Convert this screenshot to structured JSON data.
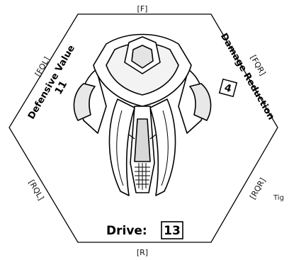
{
  "card": {
    "facings": {
      "front": "[F]",
      "front_left": "[FQL]",
      "front_right": "[FQR]",
      "rear_left": "[RQL]",
      "rear_right": "[RQR]",
      "rear": "[R]"
    },
    "defensive_value": {
      "label": "Defensive Value",
      "value": "11"
    },
    "damage_reduction": {
      "label": "Damage Reduction",
      "value": "4"
    },
    "drive": {
      "label": "Drive:",
      "value": "13"
    },
    "side_note": "Tig"
  },
  "colors": {
    "ink": "#000000",
    "hull": "#ffffff",
    "shade": "#cfcfcf"
  }
}
